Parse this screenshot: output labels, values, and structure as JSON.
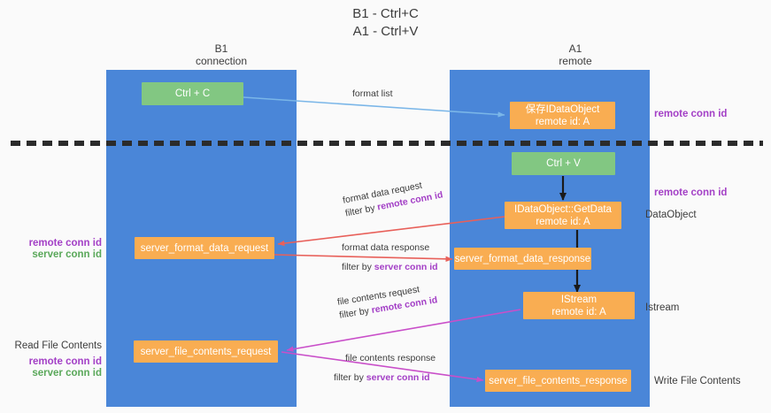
{
  "title": {
    "line1": "B1 - Ctrl+C",
    "line2": "A1 - Ctrl+V"
  },
  "columns": {
    "left": {
      "name": "B1",
      "role": "connection"
    },
    "right": {
      "name": "A1",
      "role": "remote"
    }
  },
  "nodes": {
    "ctrl_c": {
      "line1": "Ctrl + C",
      "line2": ""
    },
    "ctrl_v": {
      "line1": "Ctrl + V",
      "line2": ""
    },
    "save_dataobject": {
      "line1": "保存IDataObject",
      "line2": "remote id: A"
    },
    "getdata": {
      "line1": "IDataObject::GetData",
      "line2": "remote id: A"
    },
    "istream": {
      "line1": "IStream",
      "line2": "remote id: A"
    },
    "server_format_data_request": {
      "line1": "server_format_data_request",
      "line2": ""
    },
    "server_format_data_response": {
      "line1": "server_format_data_response",
      "line2": ""
    },
    "server_file_contents_request": {
      "line1": "server_file_contents_request",
      "line2": ""
    },
    "server_file_contents_response": {
      "line1": "server_file_contents_response",
      "line2": ""
    }
  },
  "side_labels": {
    "right_remote_conn_id_top": "remote conn id",
    "right_remote_conn_id_mid": "remote conn id",
    "right_dataobject": "DataObject",
    "right_istream": "Istream",
    "right_write_file_contents": "Write File Contents",
    "left_remote_conn_id_mid": "remote conn id",
    "left_server_conn_id_mid": "server conn id",
    "left_read_file_contents": "Read File Contents",
    "left_remote_conn_id_bot": "remote conn id",
    "left_server_conn_id_bot": "server conn id"
  },
  "edges": {
    "format_list": {
      "label": "format list"
    },
    "format_data_request": {
      "line1": "format data request",
      "line2_prefix": "filter by ",
      "line2_highlight": "remote conn id"
    },
    "format_data_response": {
      "line1": "format data response",
      "line2_prefix": "filter by ",
      "line2_highlight": "server conn id"
    },
    "file_contents_request": {
      "line1": "file contents request",
      "line2_prefix": "filter by ",
      "line2_highlight": "remote conn id"
    },
    "file_contents_response": {
      "line1": "file contents response",
      "line2_prefix": "filter by ",
      "line2_highlight": "server conn id"
    }
  },
  "colors": {
    "lane": "#4a86d8",
    "green_box": "#82c782",
    "orange_box": "#f9ad52",
    "purple": "#a33fc6",
    "green_text": "#5aa85a",
    "arrow_blue": "#7ab6e8",
    "arrow_red": "#e8605a",
    "arrow_magenta": "#c94fc9",
    "arrow_black": "#1a1a1a",
    "divider": "#2b2b2b",
    "background": "#fafafa"
  }
}
